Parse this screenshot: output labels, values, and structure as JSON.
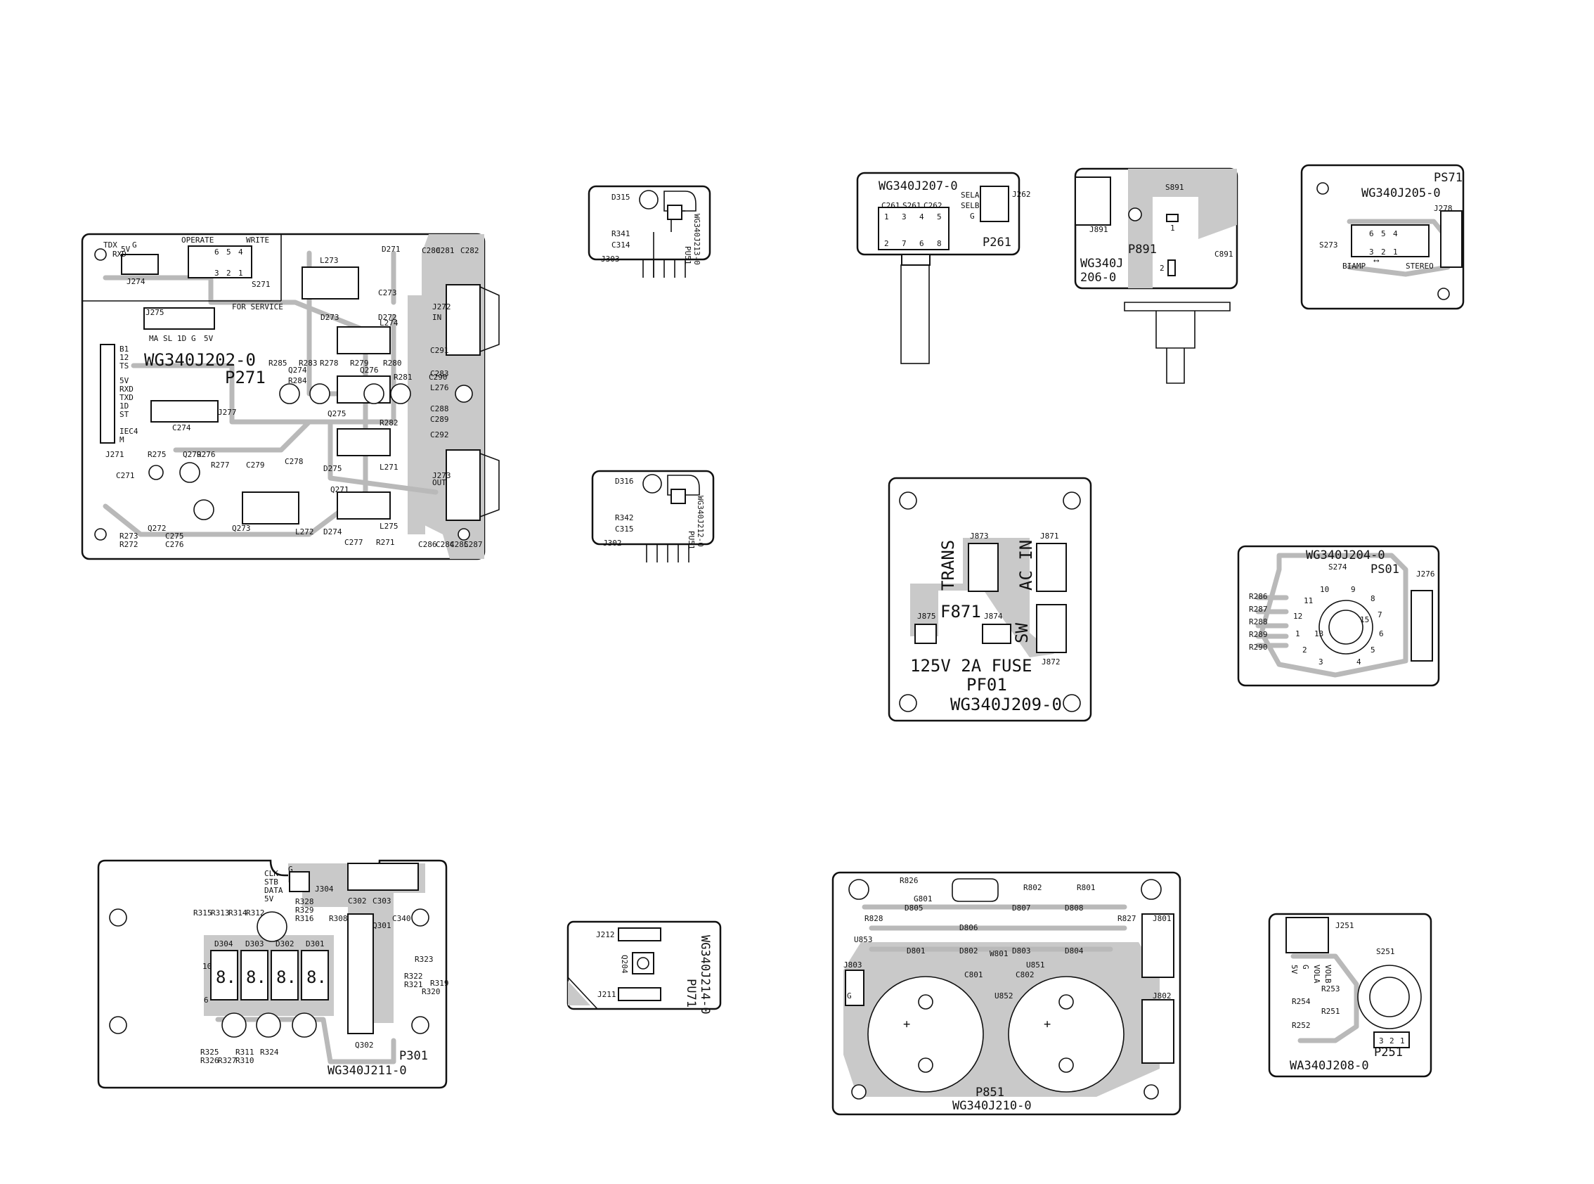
{
  "boards": {
    "p271": {
      "code": "WG340J202-0",
      "name": "P271",
      "operate": "OPERATE",
      "write": "WRITE",
      "service": "FOR SERVICE",
      "labels": [
        "J274",
        "S271",
        "L273",
        "D271",
        "C273",
        "D272",
        "D273",
        "Q274",
        "Q275",
        "Q276",
        "Q272",
        "Q273",
        "Q271",
        "J275",
        "J277",
        "C274",
        "C271",
        "J271",
        "L274",
        "L271",
        "L272",
        "L275",
        "Q279",
        "R282",
        "R271",
        "C277",
        "J272",
        "J273",
        "C291",
        "C292",
        "C288",
        "C289",
        "C283",
        "IN",
        "OUT",
        "R272",
        "R273",
        "R275",
        "R276",
        "R277",
        "C278",
        "C279",
        "R278",
        "R279",
        "R280",
        "R281",
        "R283",
        "R284",
        "R285",
        "D274",
        "D275",
        "C276",
        "C275",
        "C284",
        "C285",
        "C286",
        "C287",
        "C280",
        "C281",
        "C282",
        "C290",
        "L276"
      ],
      "pins_top": [
        "TDX",
        "RXD",
        "5V",
        "G"
      ],
      "pins_left": [
        "B1",
        "12",
        "TS",
        "5V",
        "RXD",
        "TXD",
        "1D",
        "ST",
        "IEC4",
        "M"
      ],
      "pins_mid": [
        "MA",
        "SL",
        "1D",
        "G",
        "5V"
      ],
      "switch_pins": [
        "6",
        "5",
        "4",
        "3",
        "2",
        "1"
      ]
    },
    "pu51_1": {
      "code": "WG340J213-0",
      "name": "PU51",
      "labels": [
        "D315",
        "R341",
        "C314",
        "J303"
      ]
    },
    "pu51_2": {
      "code": "WG340J212-0",
      "name": "PU51",
      "labels": [
        "D316",
        "R342",
        "C315",
        "J302"
      ]
    },
    "p261": {
      "code": "WG340J207-0",
      "name": "P261",
      "labels": [
        "C261",
        "S261",
        "C262",
        "SELA",
        "SELB",
        "G",
        "J262"
      ],
      "pins": [
        "1",
        "3",
        "4",
        "5",
        "2",
        "7",
        "6",
        "8"
      ]
    },
    "p891": {
      "code": "WG340J",
      "code2": "206-0",
      "name": "P891",
      "labels": [
        "S891",
        "J891",
        "C891"
      ],
      "pins": [
        "1",
        "2"
      ]
    },
    "ps71": {
      "code": "WG340J205-0",
      "name": "PS71",
      "labels": [
        "J278",
        "S273"
      ],
      "biamp": "BIAMP",
      "stereo": "STEREO",
      "pins": [
        "6",
        "5",
        "4",
        "3",
        "2",
        "1"
      ]
    },
    "pf01": {
      "code": "WG340J209-0",
      "name": "PF01",
      "fuse": "125V 2A FUSE",
      "fuse_ref": "F871",
      "trans": "TRANS",
      "acin": "AC IN",
      "sw": "SW",
      "labels": [
        "J873",
        "J871",
        "J875",
        "J874",
        "J872"
      ]
    },
    "ps01": {
      "code": "WG340J204-0",
      "name": "PS01",
      "labels": [
        "S274",
        "J276",
        "R286",
        "R287",
        "R288",
        "R289",
        "R290"
      ],
      "pins": [
        "10",
        "9",
        "8",
        "11",
        "7",
        "12",
        "15",
        "6",
        "1",
        "13",
        "5",
        "2",
        "3",
        "4"
      ]
    },
    "p301": {
      "code": "WG340J211-0",
      "name": "P301",
      "labels": [
        "J304",
        "C302",
        "C303",
        "C340",
        "Q301",
        "Q302",
        "R328",
        "R329",
        "R316",
        "R308",
        "R315",
        "R313",
        "R314",
        "R312",
        "R319",
        "R320",
        "R321",
        "R322",
        "R323",
        "R325",
        "R326",
        "R327",
        "R324",
        "R311",
        "R310",
        "D304",
        "D303",
        "D302",
        "D301"
      ],
      "pins": [
        "CLK",
        "STB",
        "DATA",
        "5V",
        "G"
      ],
      "digit_marks": [
        "10",
        "6"
      ]
    },
    "pu71": {
      "code": "WG340J214-0",
      "name": "PU71",
      "labels": [
        "J212",
        "J211",
        "Q204"
      ]
    },
    "p851": {
      "code": "WG340J210-0",
      "name": "P851",
      "labels": [
        "R826",
        "G801",
        "R802",
        "R801",
        "D805",
        "D807",
        "D808",
        "D806",
        "D802",
        "D803",
        "D804",
        "D801",
        "R828",
        "R827",
        "U853",
        "J803",
        "C801",
        "C802",
        "W801",
        "U851",
        "U852",
        "J801",
        "J802"
      ],
      "pins": [
        "G",
        "+"
      ]
    },
    "p251": {
      "code": "WA340J208-0",
      "name": "P251",
      "labels": [
        "J251",
        "S251",
        "R253",
        "R254",
        "R251",
        "R252"
      ],
      "pins": [
        "5V",
        "G",
        "VOLA",
        "VOLB"
      ],
      "pot_pins": [
        "3",
        "2",
        "1"
      ]
    }
  },
  "colors": {
    "outline": "#111111",
    "copper": "#c9c9c9",
    "trace": "#b9b9b9",
    "board": "#ffffff"
  }
}
